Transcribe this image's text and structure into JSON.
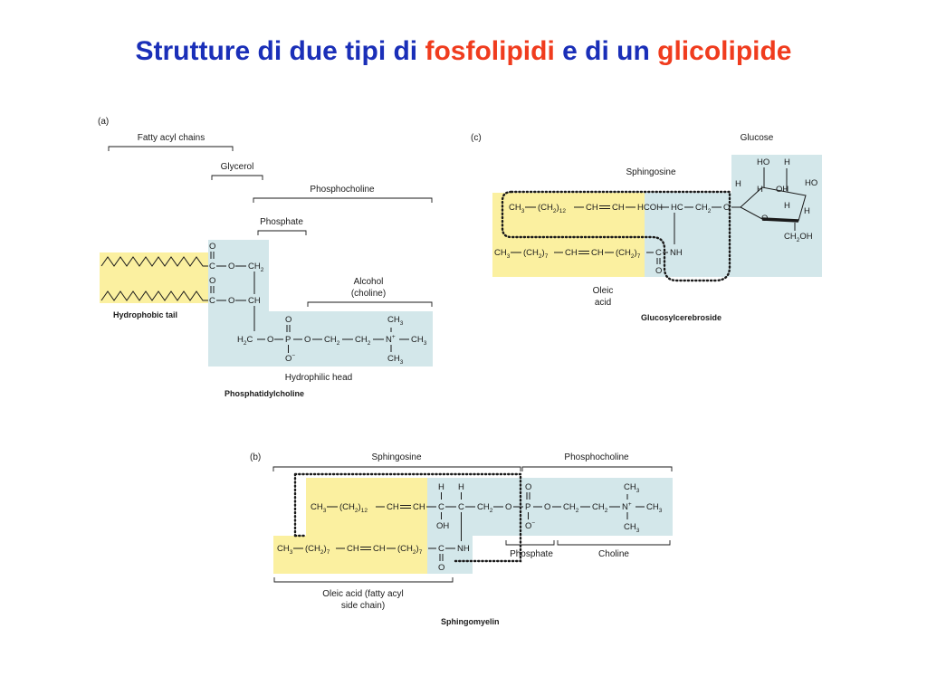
{
  "title": {
    "part1": "Strutture di due tipi di ",
    "hl1": "fosfolipidi",
    "part2": " e di un ",
    "hl2": "glicolipide"
  },
  "colors": {
    "title": "#1a2fb8",
    "highlight": "#f03c1e",
    "hydrophobic": "#fbf0a0",
    "hydrophilic": "#d3e7ea"
  },
  "panel_a": {
    "tag": "(a)",
    "fatty_acyl_chains": "Fatty acyl chains",
    "glycerol": "Glycerol",
    "phosphocholine": "Phosphocholine",
    "phosphate": "Phosphate",
    "alcohol": "Alcohol",
    "choline": "(choline)",
    "hydrophobic_tail": "Hydrophobic tail",
    "hydrophilic_head": "Hydrophilic head",
    "name": "Phosphatidylcholine",
    "chem": {
      "o": "O",
      "c": "C",
      "ch": "CH",
      "ch2": "CH",
      "o_minus": "O",
      "p": "P",
      "h2c": "H",
      "c2": "C",
      "n_plus": "N",
      "ch3": "CH"
    }
  },
  "panel_b": {
    "tag": "(b)",
    "sphingosine": "Sphingosine",
    "phosphocholine": "Phosphocholine",
    "phosphate": "Phosphate",
    "choline": "Choline",
    "oleic1": "Oleic acid (fatty acyl",
    "oleic2": "side chain)",
    "name": "Sphingomyelin",
    "chem": {
      "h": "H",
      "oh": "OH",
      "nh": "NH",
      "ch": "CH",
      "ch2": "CH",
      "ch3": "CH",
      "p": "P",
      "o": "O",
      "c": "C",
      "n": "N"
    }
  },
  "panel_c": {
    "tag": "(c)",
    "glucose": "Glucose",
    "sphingosine": "Sphingosine",
    "oleic": "Oleic",
    "acid": "acid",
    "name": "Glucosylcerebroside",
    "chem": {
      "ho": "HO",
      "h": "H",
      "oh": "OH",
      "ch2oh": "CH",
      "hcoh": "HCOH",
      "hc": "HC",
      "nh": "NH",
      "o": "O",
      "c": "C",
      "ch": "CH",
      "ch2": "CH",
      "ch3": "CH"
    }
  }
}
